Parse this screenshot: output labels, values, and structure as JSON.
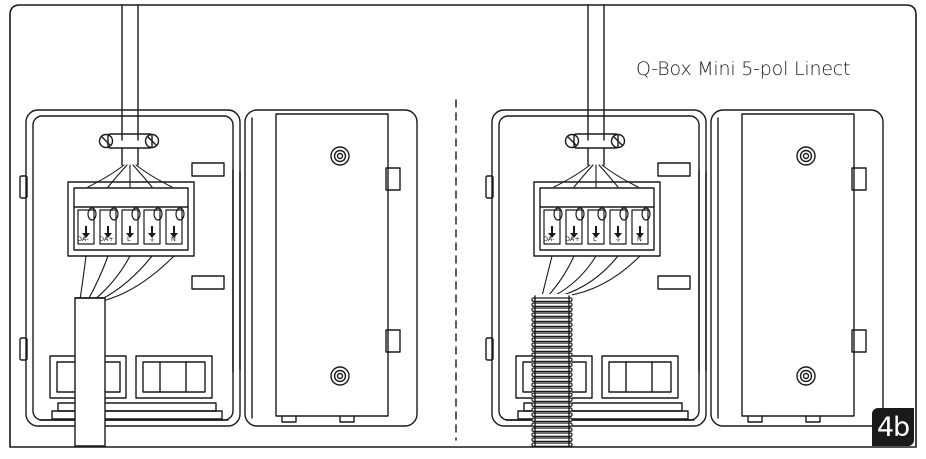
{
  "diagram": {
    "title": "Q-Box Mini 5-pol Linect",
    "page_badge": "4b",
    "terminal_labels": [
      "DA-",
      "DA+",
      "L",
      "⏚",
      "N"
    ]
  },
  "colors": {
    "line": "#1a1a1a",
    "badge_background": "#1a1a1a",
    "badge_text": "#ffffff",
    "background": "#ffffff"
  }
}
